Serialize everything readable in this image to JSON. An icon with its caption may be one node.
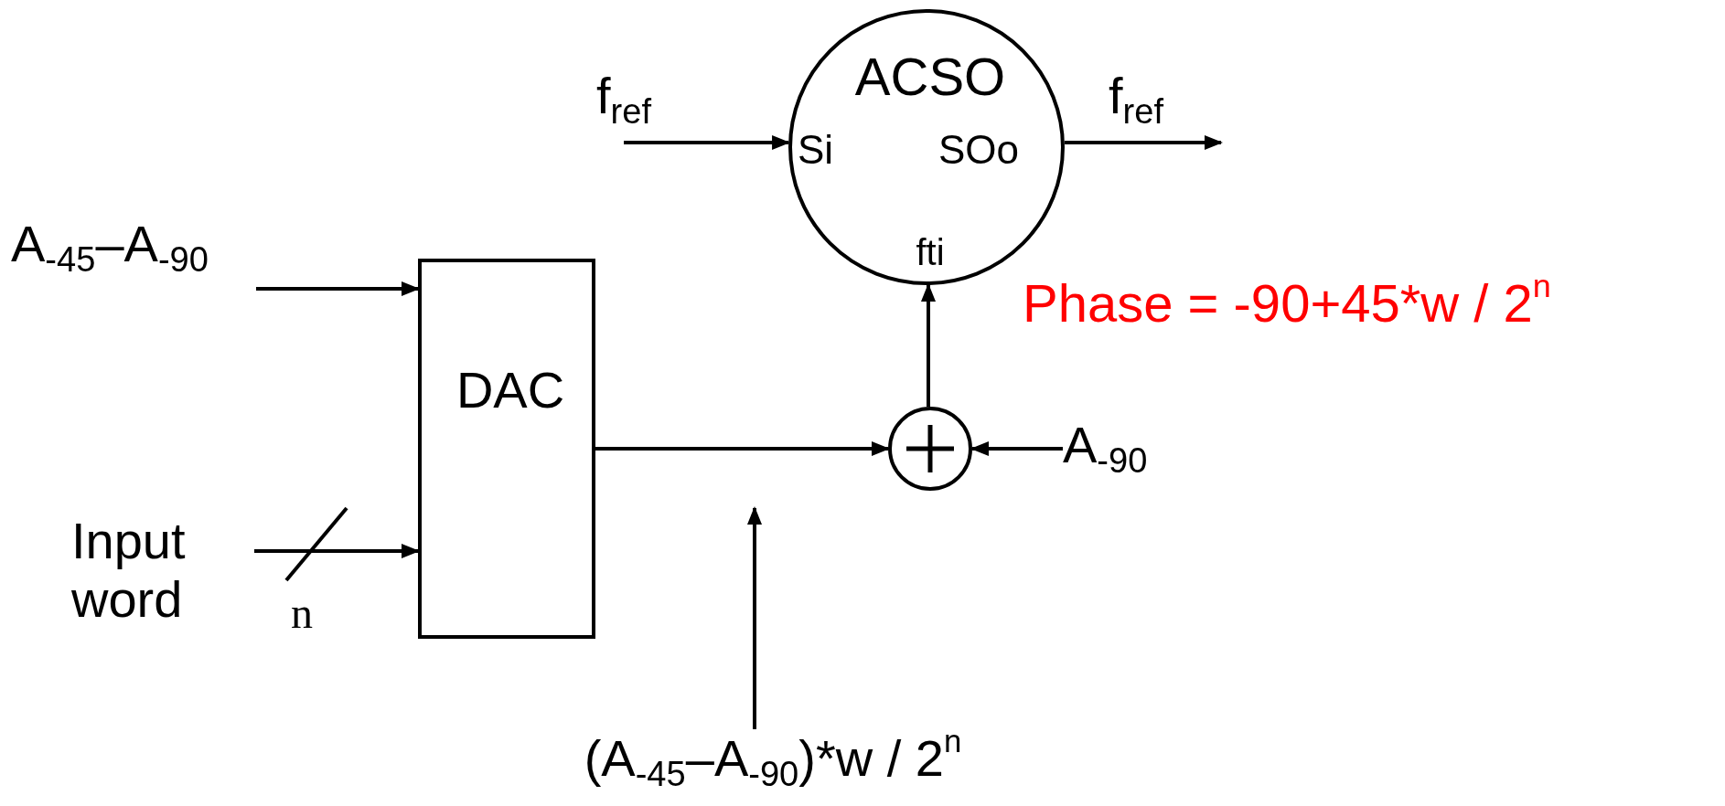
{
  "diagram": {
    "nodes": [
      {
        "text": [
          "ACSO",
          "Si",
          "SOo",
          "fti"
        ]
      },
      {
        "text": [
          "DAC"
        ]
      },
      {
        "text": [],
        "shape": "circle"
      },
      {
        "text": [
          "Input word"
        ]
      },
      {
        "text": [
          "A$_{-90}$"
        ]
      },
      {
        "text": [
          "(A$_{-45}$–A$_{-90}$)*w / 2$^{n}$"
        ]
      }
    ],
    "edges": [
      {
        "from": null,
        "to": 1,
        "arrow": "to",
        "label": "A$_{-45}$–A$_{-90}$"
      },
      {
        "from": 3,
        "to": 1,
        "arrow": "to"
      },
      {
        "from": 1,
        "to": 2,
        "arrow": "to"
      },
      {
        "from": 4,
        "to": 2,
        "arrow": "to"
      },
      {
        "from": 2,
        "to": 0,
        "arrow": "to"
      },
      {
        "from": null,
        "to": 0,
        "arrow": "to",
        "label": "f$_{ref}$"
      },
      {
        "from": 0,
        "to": null,
        "arrow": "to",
        "label": "f$_{ref}$"
      },
      {
        "from": 5,
        "to": null,
        "arrow": "to"
      }
    ],
    "labels": [
      "Phase = -90+45*w / 2$^{n}$",
      "n"
    ]
  }
}
